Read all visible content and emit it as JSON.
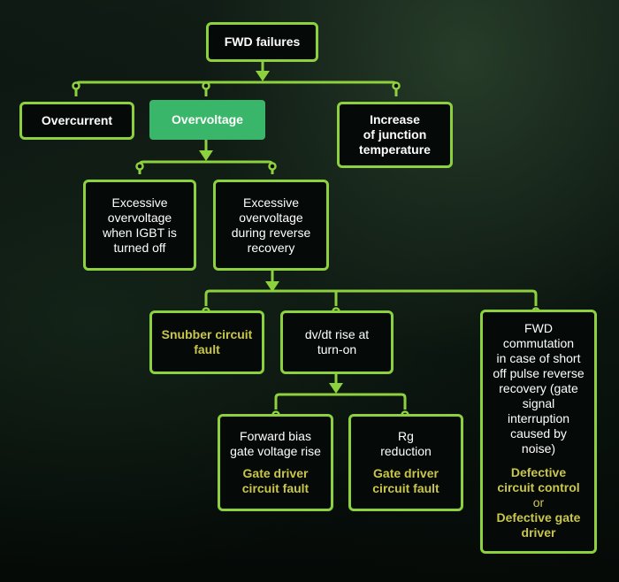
{
  "colors": {
    "line": "#8ed13f",
    "fault_text": "#c9c64a",
    "highlight_fill": "#3ab66a",
    "text": "#ffffff"
  },
  "nodes": {
    "root": {
      "lines": [
        "FWD failures"
      ]
    },
    "overcurrent": {
      "lines": [
        "Overcurrent"
      ]
    },
    "overvoltage": {
      "lines": [
        "Overvoltage"
      ]
    },
    "junction_temp": {
      "lines": [
        "Increase",
        "of junction",
        "temperature"
      ]
    },
    "excessive_igbt": {
      "lines": [
        "Excessive",
        "overvoltage",
        "when IGBT is",
        "turned off"
      ]
    },
    "excessive_reverse": {
      "lines": [
        "Excessive",
        "overvoltage",
        "during reverse",
        "recovery"
      ]
    },
    "snubber": {
      "lines": [
        "Snubber circuit",
        "fault"
      ]
    },
    "dvdt": {
      "lines": [
        "dv/dt rise at",
        "turn-on"
      ]
    },
    "fwd_commutation": {
      "lines": [
        "FWD",
        "commutation",
        "in case of short",
        "off pulse reverse",
        "recovery (gate",
        "signal",
        "interruption",
        "caused by",
        "noise)"
      ],
      "fault_lines": [
        "Defective",
        "circuit control"
      ],
      "or": "or",
      "fault_lines_2": [
        "Defective gate",
        "driver"
      ]
    },
    "forward_bias": {
      "lines": [
        "Forward bias",
        "gate voltage rise"
      ],
      "fault_lines": [
        "Gate driver",
        "circuit fault"
      ]
    },
    "rg": {
      "lines": [
        "Rg",
        "reduction"
      ],
      "fault_lines": [
        "Gate driver",
        "circuit fault"
      ]
    }
  }
}
